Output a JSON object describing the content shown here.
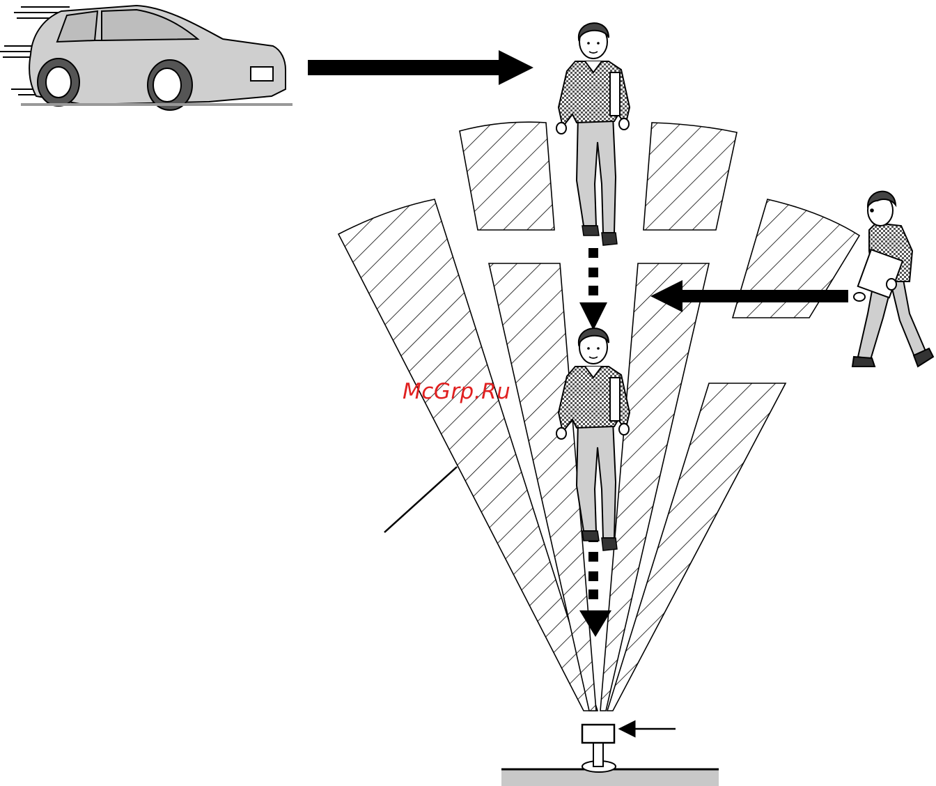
{
  "watermark": {
    "text": "McGrp.Ru",
    "color": "#e02020"
  },
  "colors": {
    "line": "#000000",
    "figure_fill": "#cfcfcf",
    "figure_dark": "#8a8a8a",
    "skin": "#ffffff",
    "floor": "#c8c8c8",
    "background": "#ffffff"
  },
  "elements": {
    "car": "car-icon",
    "walker_top": "person-walking-toward-icon",
    "walker_middle": "person-walking-toward-icon",
    "walker_side": "person-walking-sideways-icon",
    "sensor": "motion-sensor-icon"
  },
  "detection_zones": {
    "pattern": "diagonal-hatch",
    "count": 7
  },
  "arrows": [
    {
      "name": "car-motion-arrow",
      "style": "solid"
    },
    {
      "name": "approach-arrow-upper",
      "style": "dashed"
    },
    {
      "name": "approach-arrow-lower",
      "style": "dashed"
    },
    {
      "name": "crossing-arrow",
      "style": "solid"
    },
    {
      "name": "sensor-pointer-arrow",
      "style": "thin"
    }
  ],
  "callouts": [
    {
      "name": "zone-leader-line"
    }
  ]
}
